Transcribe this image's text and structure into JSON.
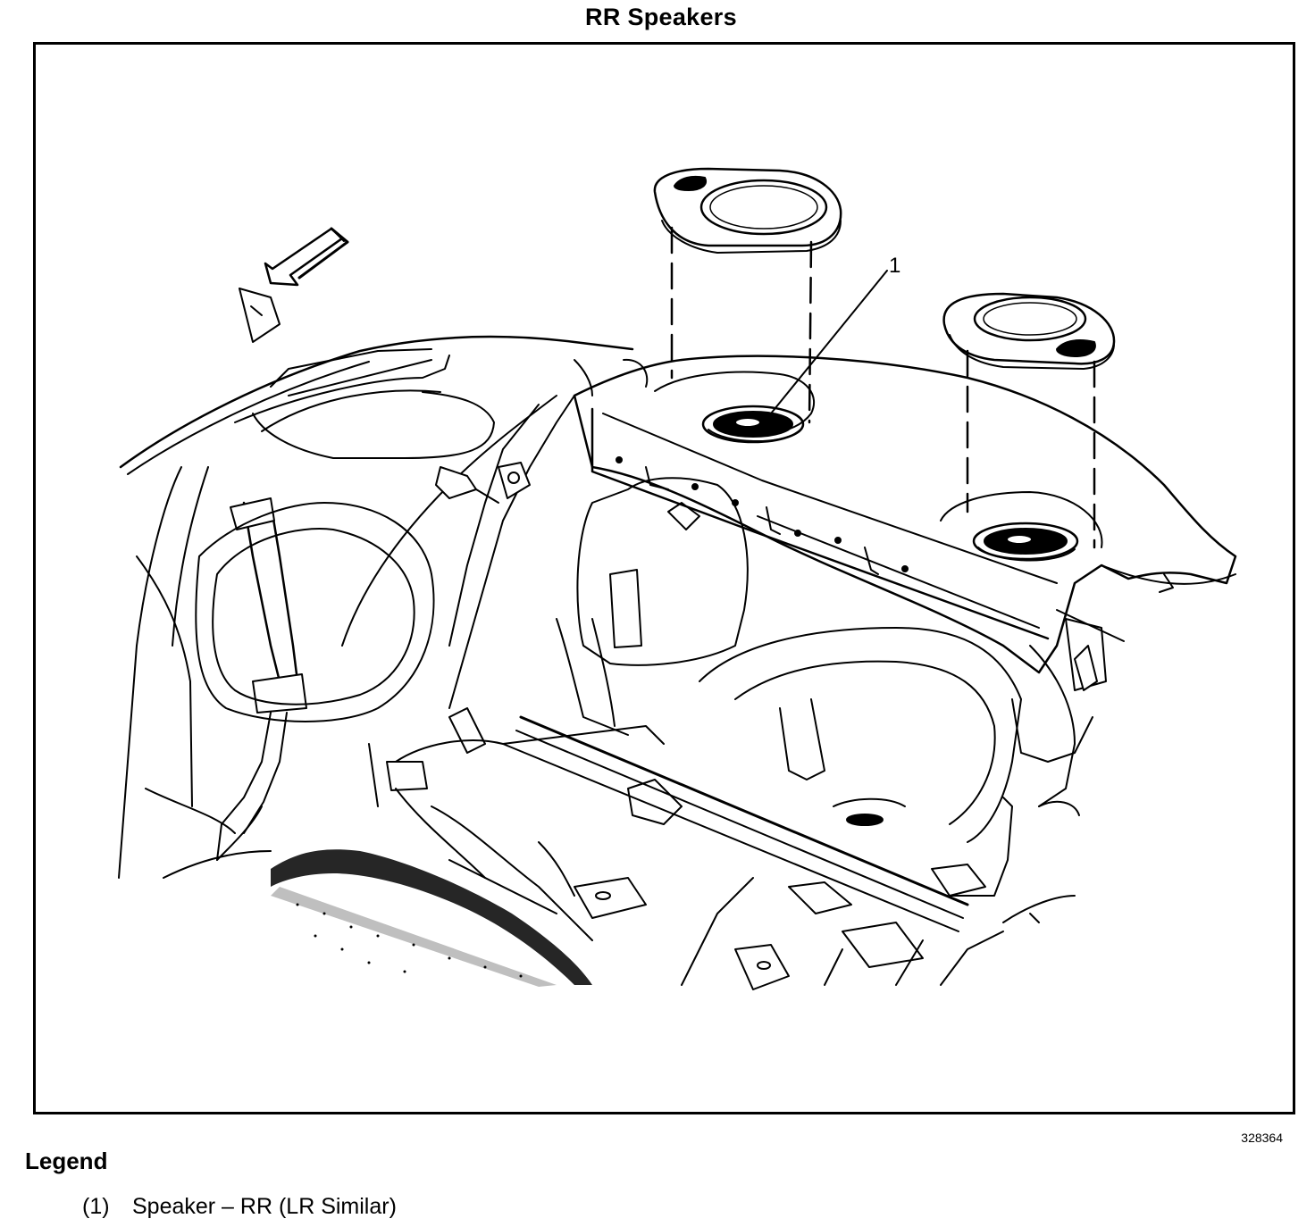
{
  "title": "RR Speakers",
  "figure_number": "328364",
  "callouts": [
    {
      "label": "1"
    }
  ],
  "legend": {
    "heading": "Legend",
    "items": [
      {
        "number": "(1)",
        "text": "Speaker – RR (LR Similar)"
      }
    ]
  },
  "icons": [
    "direction-arrow-icon"
  ],
  "colors": {
    "line": "#000000",
    "background": "#ffffff"
  }
}
